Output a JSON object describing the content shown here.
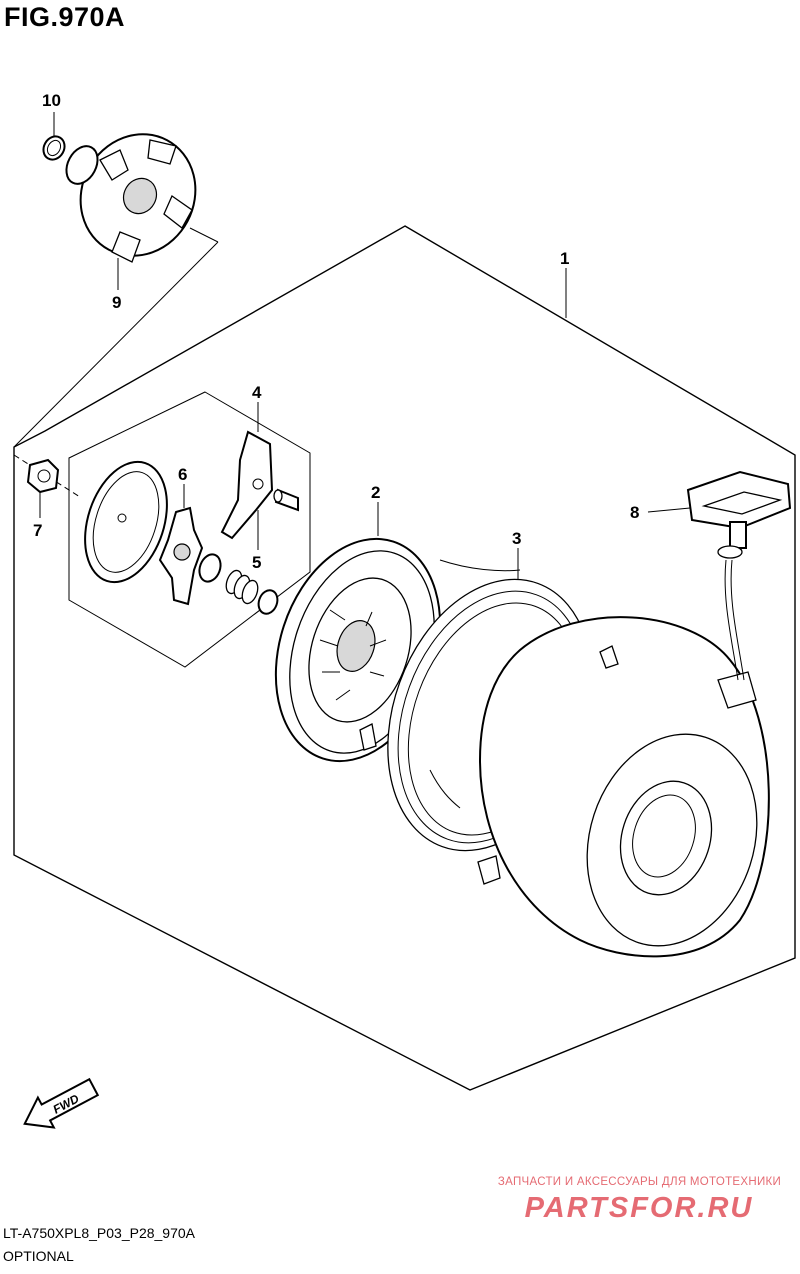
{
  "figure": {
    "title": "FIG.970A",
    "code": "LT-A750XPL8_P03_P28_970A",
    "note": "OPTIONAL"
  },
  "callouts": {
    "c1": "1",
    "c2": "2",
    "c3": "3",
    "c4": "4",
    "c5": "5",
    "c6": "6",
    "c7": "7",
    "c8": "8",
    "c9": "9",
    "c10": "10"
  },
  "direction": {
    "label": "FWD"
  },
  "watermark": {
    "tagline": "ЗАПЧАСТИ И АКСЕССУАРЫ ДЛЯ МОТОТЕХНИКИ",
    "logo_text": "PARTSFOR.RU",
    "color": "#e56b73"
  }
}
